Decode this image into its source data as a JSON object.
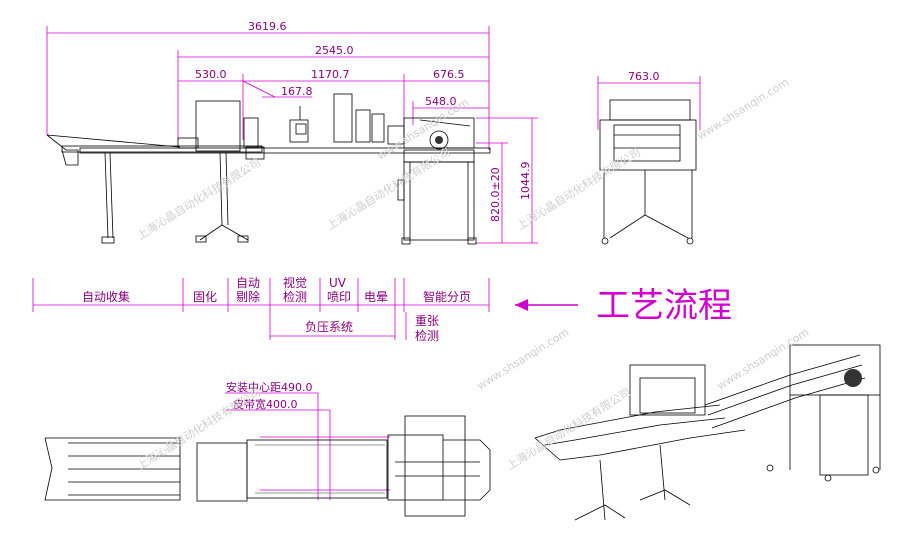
{
  "title": "工艺流程",
  "watermark": {
    "cn": "上海沁晶自动化科技有限公司",
    "en": "www.shsanqin.com"
  },
  "dimensions": {
    "total_length": "3619.6",
    "machine_length": "2545.0",
    "seg_530": "530.0",
    "seg_1170": "1170.7",
    "seg_676": "676.5",
    "seg_167": "167.8",
    "seg_548": "548.0",
    "width": "763.0",
    "work_height": "820.0±20",
    "total_height": "1044.9",
    "center_distance": "安装中心距490.0",
    "belt_width": "皮带宽400.0"
  },
  "stages": [
    {
      "label": "自动收集"
    },
    {
      "label": "固化"
    },
    {
      "label": "自动",
      "label2": "剔除"
    },
    {
      "label": "视觉",
      "label2": "检测"
    },
    {
      "label": "UV",
      "label2": "喷印"
    },
    {
      "label": "电晕"
    },
    {
      "label": "智能分页"
    }
  ],
  "sub_stages": {
    "pressure": "负压系统",
    "double_check": "重张",
    "double_check2": "检测"
  },
  "colors": {
    "dimension": "#d000d0",
    "text": "#8b0080",
    "drawing": "#000000"
  }
}
